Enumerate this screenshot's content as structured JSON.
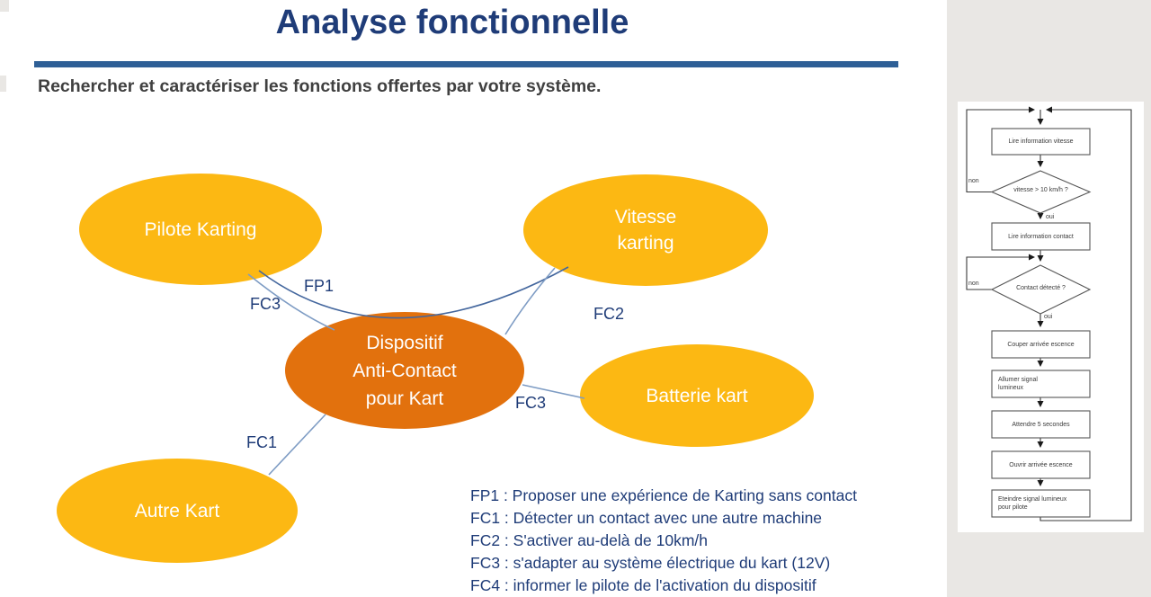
{
  "slide": {
    "title": "Analyse fonctionnelle",
    "subtitle": "Rechercher et caractériser les fonctions offertes par votre système."
  },
  "diagram": {
    "nodes": [
      {
        "id": "pilote-karting",
        "lines": [
          "Pilote Karting"
        ]
      },
      {
        "id": "vitesse-karting",
        "lines": [
          "Vitesse",
          "karting"
        ]
      },
      {
        "id": "dispositif-anti-contact",
        "lines": [
          "Dispositif",
          "Anti-Contact",
          "pour Kart"
        ]
      },
      {
        "id": "batterie-kart",
        "lines": [
          "Batterie kart"
        ]
      },
      {
        "id": "autre-kart",
        "lines": [
          "Autre Kart"
        ]
      }
    ],
    "edge_labels": [
      {
        "id": "fp1",
        "label": "FP1"
      },
      {
        "id": "fc3-left",
        "label": "FC3"
      },
      {
        "id": "fc2",
        "label": "FC2"
      },
      {
        "id": "fc3-right",
        "label": "FC3"
      },
      {
        "id": "fc1",
        "label": "FC1"
      }
    ],
    "legend": [
      "FP1 : Proposer une expérience de Karting sans contact",
      "FC1 : Détecter un contact avec une autre machine",
      "FC2 : S'activer au-delà de 10km/h",
      "FC3 : s'adapter au système électrique du kart (12V)",
      "FC4 : informer le pilote de l'activation du dispositif"
    ]
  },
  "flowchart": {
    "steps": [
      {
        "lines": [
          "Lire information vitesse"
        ]
      },
      {
        "lines": [
          "Lire information contact"
        ]
      },
      {
        "lines": [
          "Couper arrivée escence"
        ]
      },
      {
        "lines": [
          "Allumer signal",
          "lumineux"
        ]
      },
      {
        "lines": [
          "Attendre 5 secondes"
        ]
      },
      {
        "lines": [
          "Ouvrir arrivée escence"
        ]
      },
      {
        "lines": [
          "Eteindre signal lumineux",
          "pour pilote"
        ]
      }
    ],
    "decisions": [
      {
        "text": "vitesse > 10 km/h ?"
      },
      {
        "text": "Contact détecté ?"
      }
    ],
    "branch": {
      "oui": "oui",
      "non": "non"
    }
  },
  "colors": {
    "title_navy": "#1F3C78",
    "divider_blue": "#2E5F96",
    "subtitle_gray": "#404040",
    "node_yellow": "#FCB813",
    "node_orange": "#E2710D",
    "connector_blue": "#7E9CC4",
    "connector_dark_blue": "#44679E",
    "panel_gray": "#E9E7E4"
  }
}
